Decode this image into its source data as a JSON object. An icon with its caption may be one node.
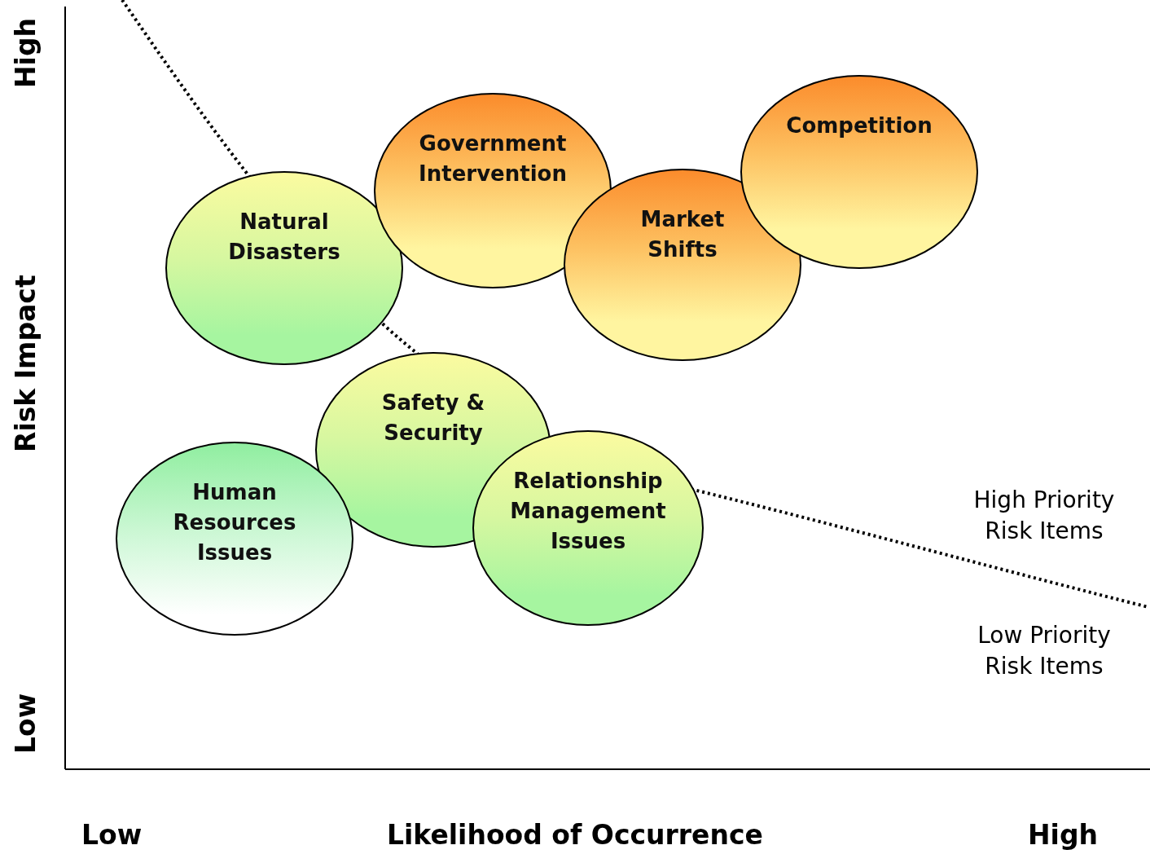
{
  "diagram": {
    "nodes": [
      {
        "text": [
          "Government Intervention"
        ]
      },
      {
        "text": [
          "Competition"
        ]
      },
      {
        "text": [
          "Natural Disasters"
        ]
      },
      {
        "text": [
          "Market Shifts"
        ]
      },
      {
        "text": [
          "Safety & Security"
        ]
      },
      {
        "text": [
          "Human Resources Issues"
        ]
      },
      {
        "text": [
          "Relationship Management Issues"
        ]
      }
    ],
    "edges": [],
    "labels": [
      "High",
      "Risk Impact",
      "Low",
      "High Priority Risk Items",
      "Low Priority Risk Items",
      "Low",
      "Likelihood of Occurrence",
      "High"
    ]
  }
}
